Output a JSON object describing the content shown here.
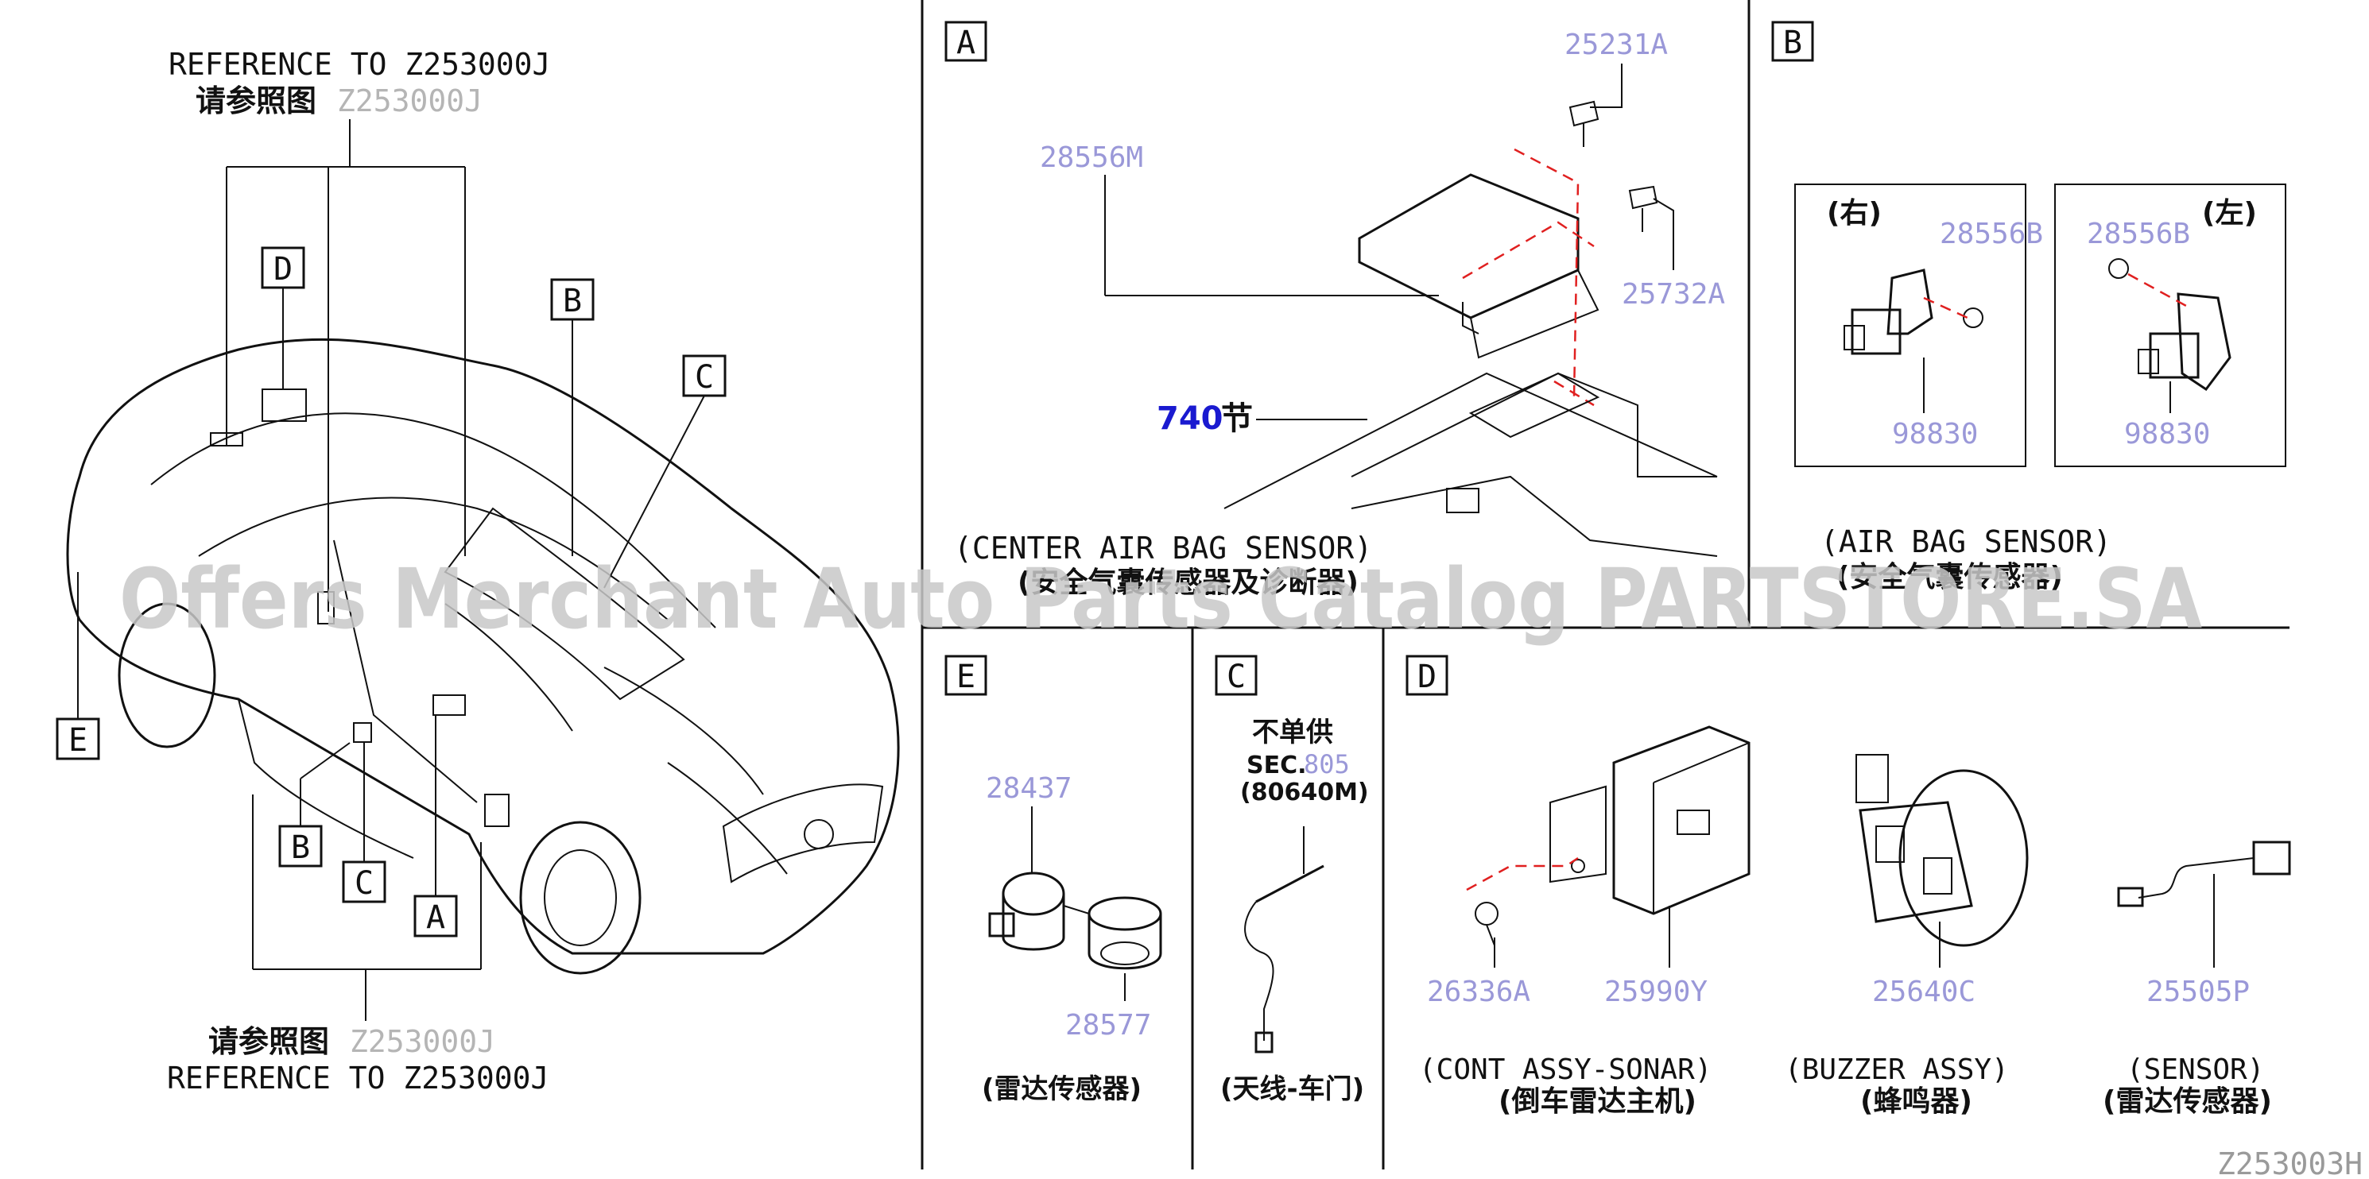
{
  "watermark": "Offers Merchant Auto Parts Catalog PARTSTORE.SA",
  "drawing_code": "Z253003H",
  "overview": {
    "ref_top_en": "REFERENCE TO Z253000J",
    "ref_top_cn": "请参照图",
    "ref_top_code": "Z253000J",
    "ref_bottom_cn": "请参照图",
    "ref_bottom_code": "Z253000J",
    "ref_bottom_en": "REFERENCE TO Z253000J",
    "callouts": [
      "D",
      "B",
      "C",
      "E",
      "B",
      "C",
      "A"
    ]
  },
  "section_a": {
    "letter": "A",
    "parts": [
      "25231A",
      "28556M",
      "25732A"
    ],
    "section_num": "740",
    "section_suffix": "节",
    "caption_en": "(CENTER AIR BAG SENSOR)",
    "caption_cn": "(安全气囊传感器及诊断器)"
  },
  "section_b": {
    "letter": "B",
    "right_label": "(右)",
    "left_label": "(左)",
    "right_parts": [
      "28556B",
      "98830"
    ],
    "left_parts": [
      "28556B",
      "98830"
    ],
    "caption_en": "(AIR BAG SENSOR)",
    "caption_cn": "(安全气囊传感器)"
  },
  "section_e": {
    "letter": "E",
    "parts": [
      "28437",
      "28577"
    ],
    "caption_cn": "(雷达传感器)"
  },
  "section_c": {
    "letter": "C",
    "note_cn": "不单供",
    "sec_prefix": "SEC.",
    "sec_num": "805",
    "sec_part": "(80640M)",
    "caption_cn": "(天线-车门)"
  },
  "section_d": {
    "letter": "D",
    "parts": [
      "26336A",
      "25990Y",
      "25640C",
      "25505P"
    ],
    "captions_en": [
      "(CONT ASSY-SONAR)",
      "(BUZZER ASSY)",
      "(SENSOR)"
    ],
    "captions_cn": [
      "(倒车雷达主机)",
      "(蜂鸣器)",
      "(雷达传感器)"
    ]
  }
}
